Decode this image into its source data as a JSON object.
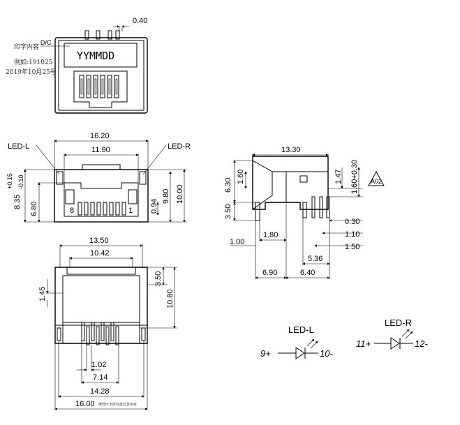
{
  "top_view": {
    "note_title": "印字内容",
    "date_code_label": "D/C",
    "mark_text": "YYMMDD",
    "example_label": "例如:191025",
    "example_date": "2019年10月25号",
    "pin_pitch_dim": "0.40"
  },
  "front_view": {
    "led_left_label": "LED-L",
    "led_right_label": "LED-R",
    "width_outer": "16.20",
    "width_inner": "11.90",
    "height_tol": "8.35",
    "tol_plus": "+0.15",
    "tol_minus": "-0.10",
    "dim_6_80": "6.80",
    "dim_0_94": "0.94",
    "dim_9_80": "9.80",
    "dim_10_00": "10.00",
    "pin8_label": "8",
    "pin1_label": "1"
  },
  "side_view": {
    "length": "13.30",
    "dim_6_30": "6.30",
    "dim_1_60": "1.60",
    "dim_1_47": "1.47",
    "dim_1_60_tol": "1.60+0.30",
    "badge": "A02",
    "dim_3_50": "3.50",
    "dim_0_30": "0.30",
    "dim_1_10": "1.10",
    "dim_1_50": "1.50",
    "dim_1_80": "1.80",
    "dim_1_00": "1.00",
    "dim_5_36": "5.36",
    "dim_6_90": "6.90",
    "dim_6_40": "6.40"
  },
  "bottom_view": {
    "dim_13_50": "13.50",
    "dim_10_42": "10.42",
    "dim_3_50": "3.50",
    "dim_1_45": "1.45",
    "dim_10_80": "10.80",
    "dim_1_02": "1.02",
    "dim_7_14": "7.14",
    "dim_14_28": "14.28",
    "dim_16_00": "16.00",
    "footnote": "推荐PCB板焊盘位置参考"
  },
  "led_schematic": {
    "left_title": "LED-L",
    "left_anode": "9+",
    "left_cathode": "10-",
    "right_title": "LED-R",
    "right_anode": "11+",
    "right_cathode": "12-"
  }
}
